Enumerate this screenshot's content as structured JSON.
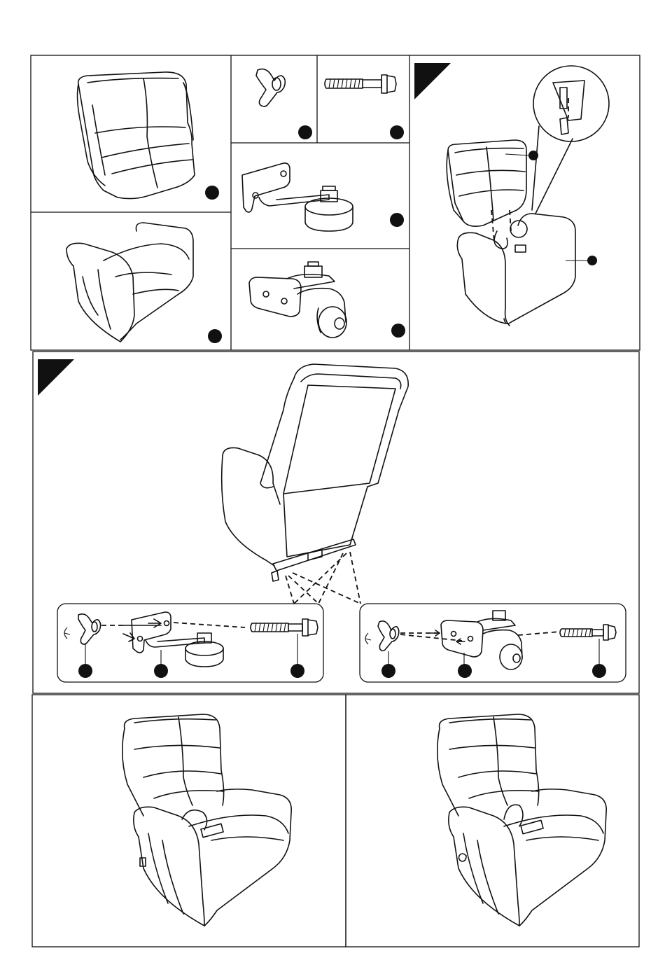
{
  "document": {
    "type": "assembly-instructions",
    "language": "none",
    "steps": [
      {
        "tag": "step-1",
        "description_printed": ""
      },
      {
        "tag": "step-2",
        "description_printed": ""
      }
    ],
    "parts": [
      {
        "name": "backrest-part",
        "icon": "backrest-icon"
      },
      {
        "name": "seat-base-part",
        "icon": "seat-base-icon"
      },
      {
        "name": "wing-nut-part",
        "icon": "wing-nut-icon"
      },
      {
        "name": "bolt-part",
        "icon": "bolt-icon"
      },
      {
        "name": "fixed-roller-bracket-part",
        "icon": "roller-bracket-icon"
      },
      {
        "name": "swivel-caster-part",
        "icon": "caster-icon"
      }
    ],
    "result_views": [
      {
        "name": "assembled-chair-front-left",
        "icon": "recliner-icon"
      },
      {
        "name": "assembled-chair-front-right",
        "icon": "recliner-icon"
      }
    ],
    "colors": {
      "ink": "#111111",
      "paper": "#ffffff"
    }
  }
}
